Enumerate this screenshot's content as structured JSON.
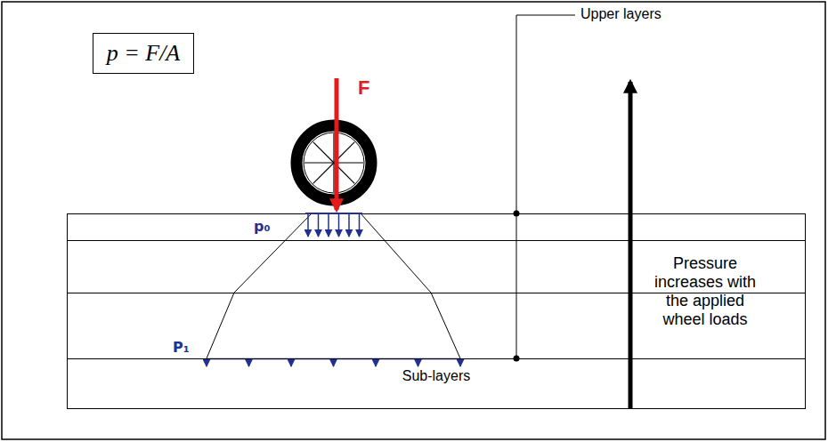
{
  "diagram": {
    "nodes": [
      {
        "text": [
          "p = F/A"
        ]
      },
      {
        "text": [
          "Sub-layers"
        ]
      }
    ],
    "labels": [
      "F",
      "p₀",
      "P₁",
      "Upper layers",
      "Pressure increases with the applied wheel loads"
    ]
  }
}
